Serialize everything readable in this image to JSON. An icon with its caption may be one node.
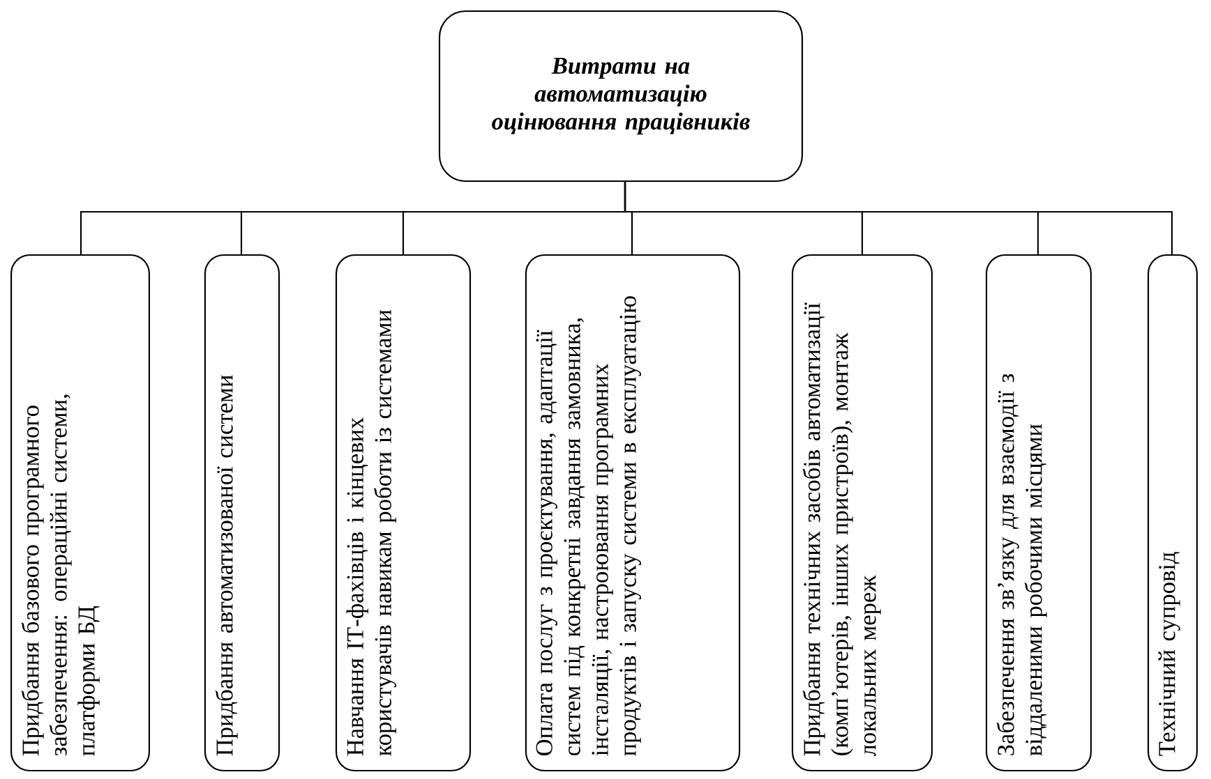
{
  "diagram": {
    "nodes": [
      {
        "text": [
          "Витрати на автоматизацію оцінювання працівників"
        ]
      },
      {
        "text": [
          "Придбання базового програмного забезпечення: операційні системи, платформи БД"
        ]
      },
      {
        "text": [
          "Придбання автоматизованої системи"
        ]
      },
      {
        "text": [
          "Навчання ІТ-фахівців і кінцевих користувачів навикам роботи із системами"
        ]
      },
      {
        "text": [
          "Оплата послуг з проєктування, адаптації систем під конкретні завдання замовника, інсталяції, настроювання програмних продуктів і запуску системи в експлуатацію"
        ]
      },
      {
        "text": [
          "Придбання технічних засобів автоматизації (комп’ютерів, інших пристроїв), монтаж локальних мереж"
        ]
      },
      {
        "text": [
          "Забезпечення зв’язку для взаємодії з віддаленими робочими місцями"
        ]
      },
      {
        "text": [
          "Технічний супровід"
        ]
      }
    ],
    "edges": [
      {
        "from": 0,
        "to": 1,
        "arrow": "none"
      },
      {
        "from": 0,
        "to": 2,
        "arrow": "none"
      },
      {
        "from": 0,
        "to": 3,
        "arrow": "none"
      },
      {
        "from": 0,
        "to": 4,
        "arrow": "none"
      },
      {
        "from": 0,
        "to": 5,
        "arrow": "none"
      },
      {
        "from": 0,
        "to": 6,
        "arrow": "none"
      },
      {
        "from": 0,
        "to": 7,
        "arrow": "none"
      }
    ]
  }
}
